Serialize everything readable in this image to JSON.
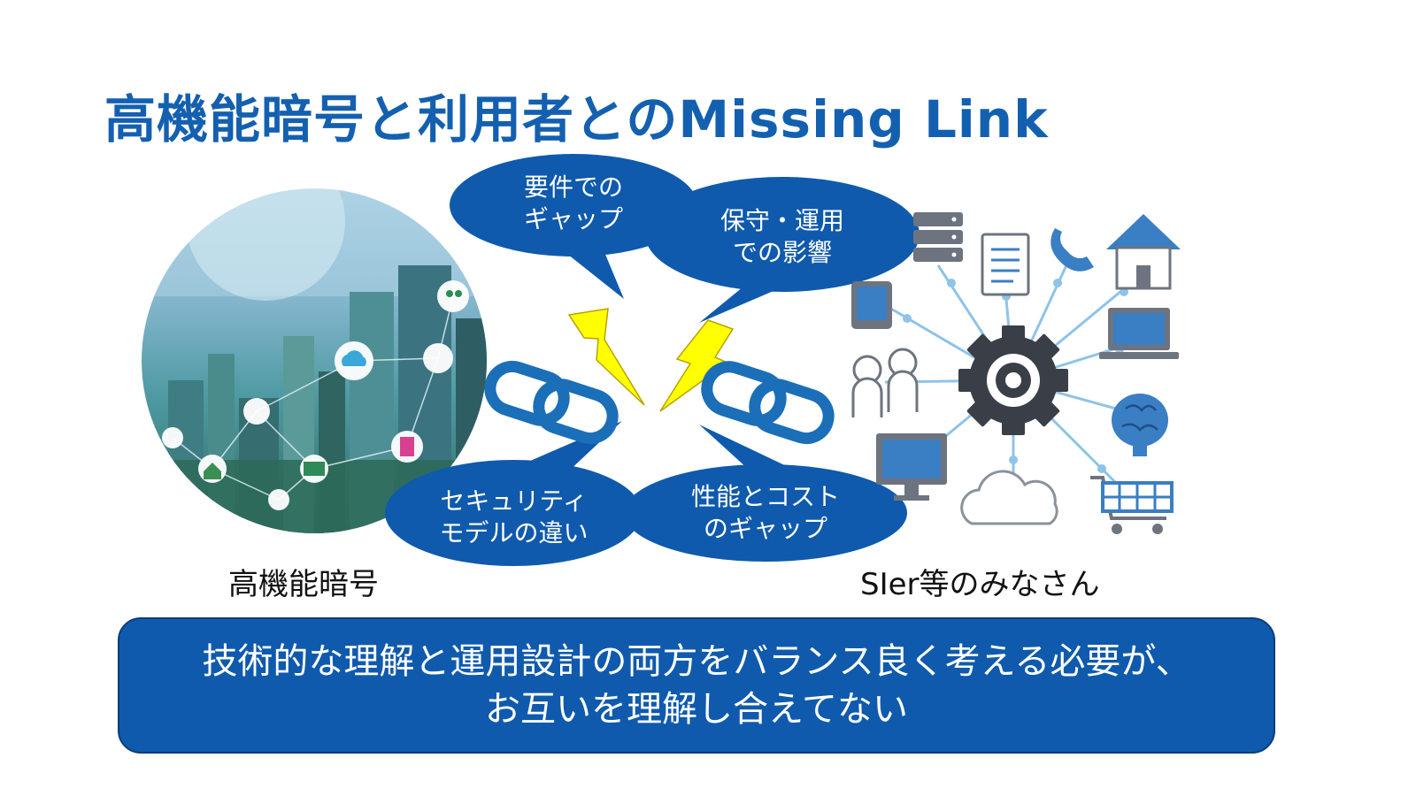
{
  "slide": {
    "title": "高機能暗号と利用者とのMissing Link",
    "bubbles": {
      "requirements_gap": [
        "要件での",
        "ギャップ"
      ],
      "maintenance_impact": [
        "保守・運用",
        "での影響"
      ],
      "security_model": [
        "セキュリティ",
        "モデルの違い"
      ],
      "performance_cost": [
        "性能とコスト",
        "のギャップ"
      ]
    },
    "captions": {
      "left": "高機能暗号",
      "right": "SIer等のみなさん"
    },
    "message": {
      "line1": "技術的な理解と運用設計の両方をバランス良く考える必要が、",
      "line2": "お互いを理解し合えてない"
    }
  },
  "colors": {
    "title": "#1460b0",
    "bubble_fill": "#0f5aad",
    "lightning": "#ffff00",
    "chain": "#1b6fb8",
    "icon_blue": "#3a7ec4",
    "gear": "#3a3f47"
  }
}
